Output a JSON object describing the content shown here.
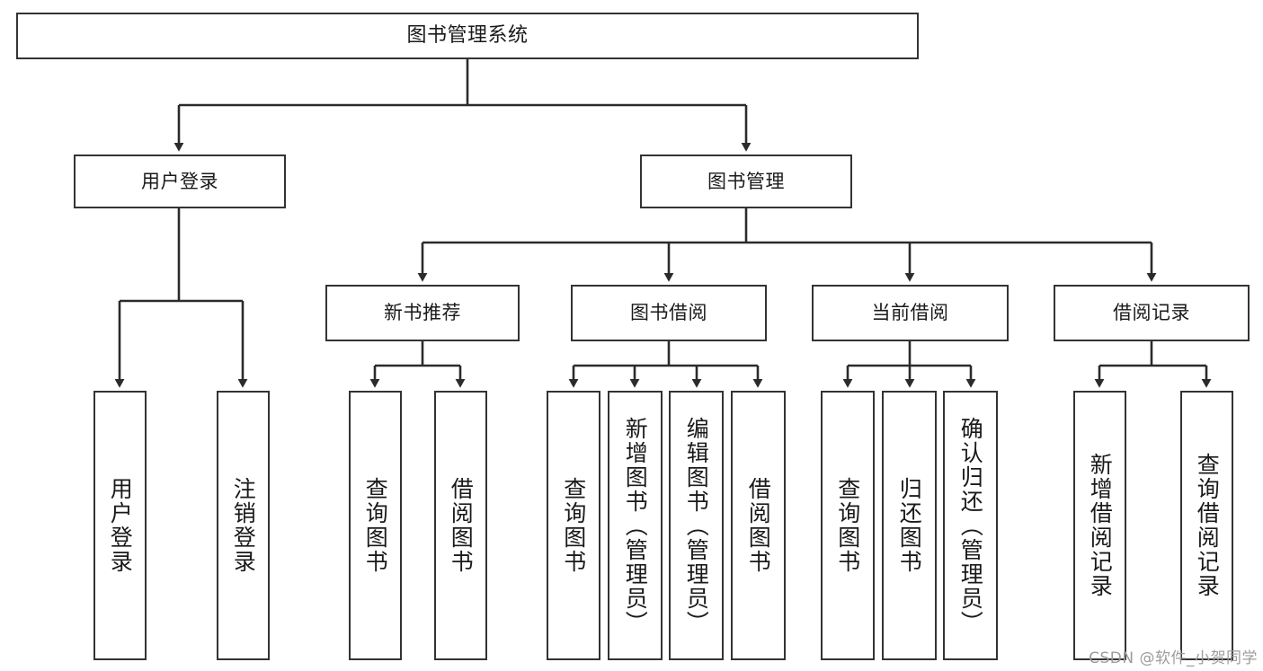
{
  "diagram": {
    "title": "图书管理系统",
    "type": "tree",
    "colors": {
      "background": "#ffffff",
      "node_border": "#333333",
      "node_fill": "#ffffff",
      "edge": "#2b2b2b",
      "text": "#1a1a1a",
      "watermark": "#9c9c9c"
    },
    "levels": {
      "root": "图书管理系统",
      "level2": [
        "用户登录",
        "图书管理"
      ],
      "level3": [
        "新书推荐",
        "图书借阅",
        "当前借阅",
        "借阅记录"
      ]
    },
    "nodes": {
      "root": {
        "label": "图书管理系统"
      },
      "user_login": {
        "label": "用户登录"
      },
      "book_manage": {
        "label": "图书管理"
      },
      "new_book_rec": {
        "label": "新书推荐"
      },
      "book_borrow": {
        "label": "图书借阅"
      },
      "current_borrow": {
        "label": "当前借阅"
      },
      "borrow_record": {
        "label": "借阅记录"
      },
      "leaf_user_login": {
        "label": "用户登录"
      },
      "leaf_logout": {
        "label": "注销登录"
      },
      "leaf_query_book_1": {
        "label": "查询图书"
      },
      "leaf_borrow_book_1": {
        "label": "借阅图书"
      },
      "leaf_query_book_2": {
        "label": "查询图书"
      },
      "leaf_add_book": {
        "label": "新增图书（管理员）"
      },
      "leaf_edit_book": {
        "label": "编辑图书（管理员）"
      },
      "leaf_borrow_book_2": {
        "label": "借阅图书"
      },
      "leaf_query_book_3": {
        "label": "查询图书"
      },
      "leaf_return_book": {
        "label": "归还图书"
      },
      "leaf_confirm_return": {
        "label": "确认归还（管理员）"
      },
      "leaf_add_record": {
        "label": "新增借阅记录"
      },
      "leaf_query_record": {
        "label": "查询借阅记录"
      }
    },
    "watermark": "CSDN @软件_小贺同学"
  }
}
